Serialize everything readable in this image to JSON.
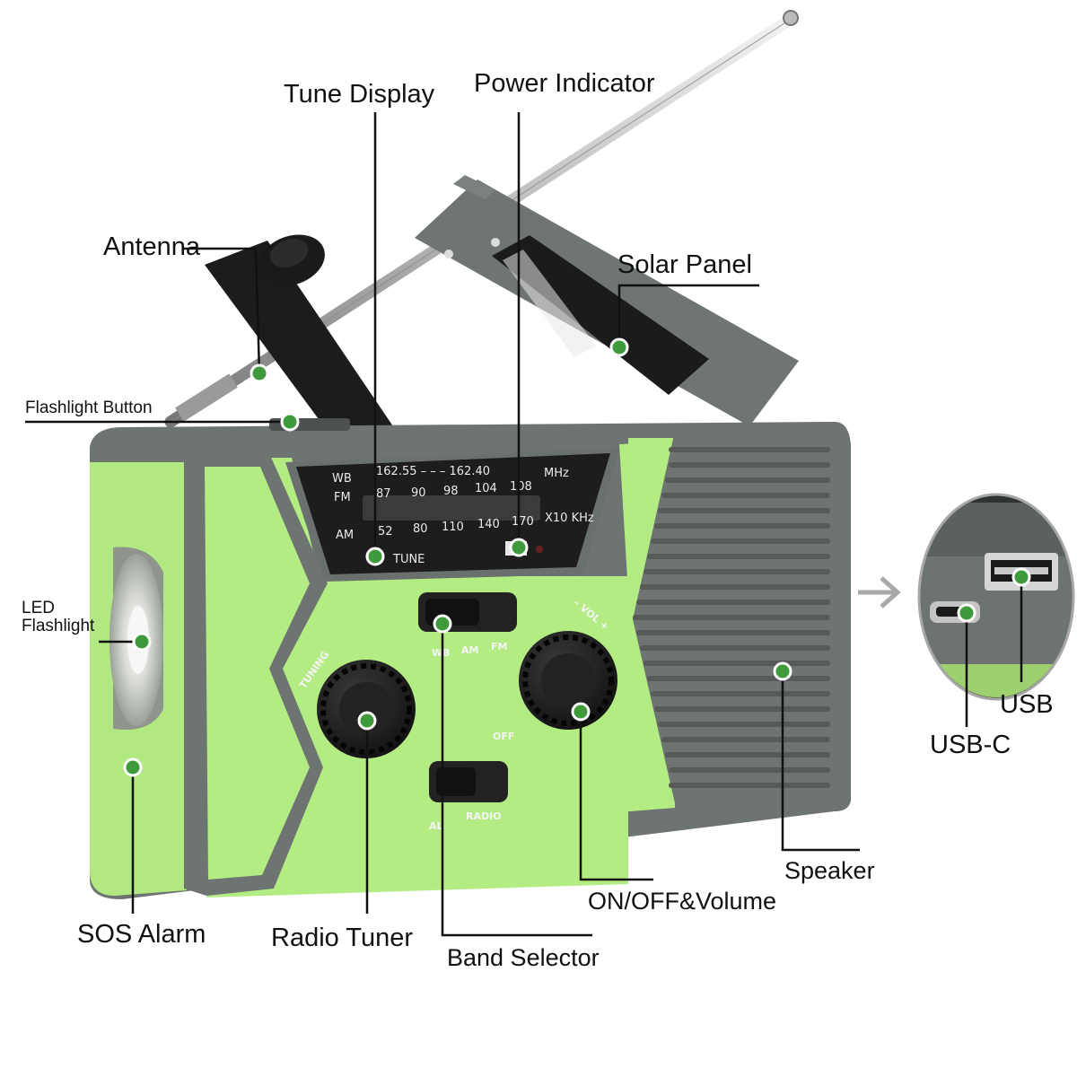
{
  "labels": {
    "tune_display": "Tune Display",
    "power_indicator": "Power Indicator",
    "antenna": "Antenna",
    "solar_panel": "Solar Panel",
    "flashlight_button": "Flashlight Button",
    "led_flashlight_line1": "LED",
    "led_flashlight_line2": "Flashlight",
    "sos_alarm": "SOS Alarm",
    "radio_tuner": "Radio Tuner",
    "band_selector": "Band Selector",
    "on_off_volume": "ON/OFF&Volume",
    "speaker": "Speaker",
    "usb": "USB",
    "usb_c": "USB-C"
  },
  "dial_panel": {
    "wb_label": "WB",
    "fm_label": "FM",
    "am_label": "AM",
    "wb_scale": "162.55 – – – 162.40",
    "mhz": "MHz",
    "fm_ticks": [
      "87",
      "90",
      "98",
      "104",
      "108"
    ],
    "am_ticks": [
      "52",
      "80",
      "110",
      "140",
      "170"
    ],
    "khz": "X10 KHz",
    "tune_text": "TUNE"
  },
  "controls": {
    "tuning_text": "TUNING",
    "band_wb": "WB",
    "band_am": "AM",
    "band_fm": "FM",
    "vol_text": "– VOL +",
    "off_text": "OFF",
    "alarm_text": "AL",
    "radio_text": "RADIO"
  },
  "colors": {
    "body_green": "#b4ec84",
    "body_gray": "#6e7471",
    "marker_green": "#3e9a3a"
  }
}
